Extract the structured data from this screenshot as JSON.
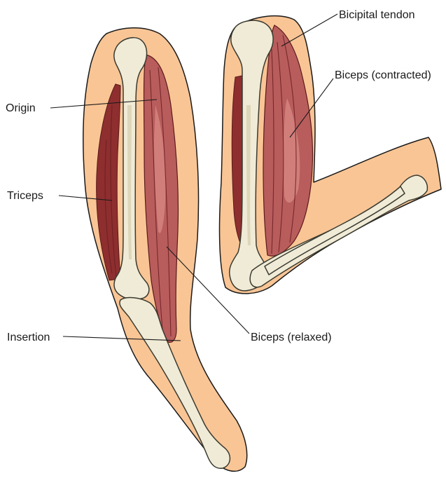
{
  "labels": {
    "origin": "Origin",
    "triceps": "Triceps",
    "insertion": "Insertion",
    "biceps_relaxed": "Biceps (relaxed)",
    "bicipital_tendon": "Bicipital tendon",
    "biceps_contracted": "Biceps (contracted)"
  },
  "colors": {
    "skin": "#f9c595",
    "muscle": "#b95c5c",
    "muscle_dark": "#8e2e2f",
    "bone": "#f0ebd6"
  }
}
